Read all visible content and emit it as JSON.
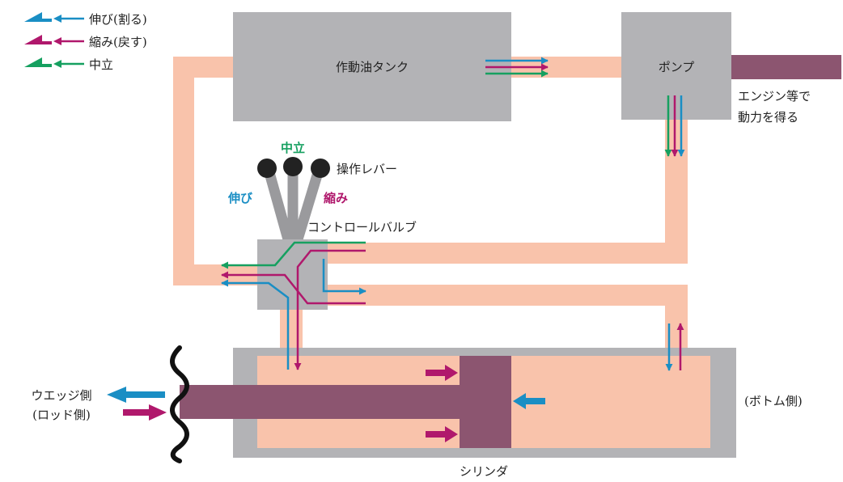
{
  "colors": {
    "extend": "#1a8ec4",
    "retract": "#b0186c",
    "neutral": "#16a060",
    "gray": "#b3b3b6",
    "oil": "#f9c3ab",
    "rod": "#8c5570",
    "ink": "#222222"
  },
  "legend": {
    "extend": "伸び(割る)",
    "retract": "縮み(戻す)",
    "neutral": "中立"
  },
  "labels": {
    "tank": "作動油タンク",
    "pump": "ポンプ",
    "engine_line1": "エンジン等で",
    "engine_line2": "動力を得る",
    "lever_neutral": "中立",
    "lever_extend": "伸び",
    "lever_retract": "縮み",
    "lever": "操作レバー",
    "valve": "コントロールバルブ",
    "wedge_line1": "ウエッジ側",
    "wedge_line2": "(ロッド側)",
    "bottom": "(ボトム側)",
    "cylinder": "シリンダ"
  }
}
